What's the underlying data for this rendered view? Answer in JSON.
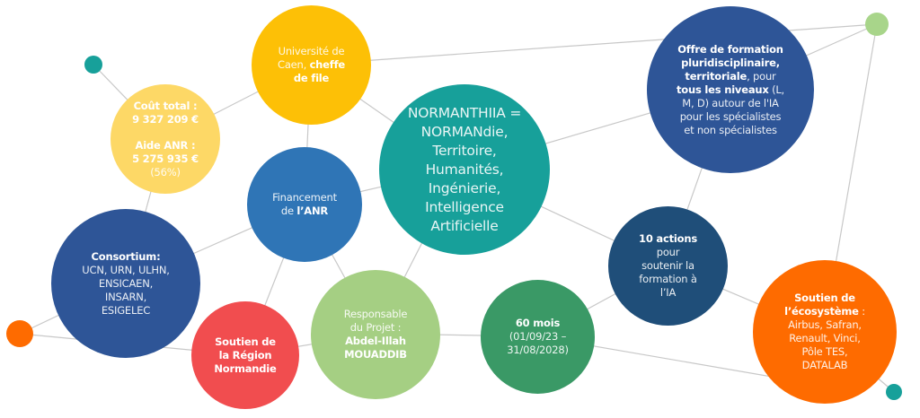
{
  "colors": {
    "link": "#c8c8c8",
    "teal": "#17a09a",
    "yellow": "#fdc006",
    "light_yellow": "#fdd866",
    "blue": "#2f75b6",
    "navy": "#2e5597",
    "dark_navy": "#1f4e79",
    "red": "#f14d4f",
    "light_green": "#a5cf83",
    "green": "#3a9966",
    "orange": "#fe6b00",
    "dot_green": "#a8d58a"
  },
  "nodes": {
    "normanthiia": {
      "lines": [
        [
          {
            "t": "NORMANTHIIA =",
            "b": false
          }
        ],
        [
          {
            "t": "NORMANdie,",
            "b": false
          }
        ],
        [
          {
            "t": "Territoire,",
            "b": false
          }
        ],
        [
          {
            "t": "Humanités,",
            "b": false
          }
        ],
        [
          {
            "t": "Ingénierie,",
            "b": false
          }
        ],
        [
          {
            "t": "Intelligence",
            "b": false
          }
        ],
        [
          {
            "t": "Artificielle",
            "b": false
          }
        ]
      ]
    },
    "universite": {
      "lines": [
        [
          {
            "t": "Université de",
            "b": false
          }
        ],
        [
          {
            "t": "Caen, ",
            "b": false
          },
          {
            "t": "cheffe",
            "b": true
          }
        ],
        [
          {
            "t": "de file",
            "b": true
          }
        ]
      ]
    },
    "cout": {
      "lines": [
        [
          {
            "t": "Coût total :",
            "b": true
          }
        ],
        [
          {
            "t": "9 327 209 €",
            "b": true
          }
        ],
        [],
        [
          {
            "t": "Aide ANR :",
            "b": true
          }
        ],
        [
          {
            "t": "5 275 935 €",
            "b": true
          }
        ],
        [
          {
            "t": "(56%)",
            "b": false
          }
        ]
      ]
    },
    "financement": {
      "lines": [
        [
          {
            "t": "Financement",
            "b": false
          }
        ],
        [
          {
            "t": "de ",
            "b": false
          },
          {
            "t": "l’ANR",
            "b": true
          }
        ]
      ]
    },
    "offre": {
      "lines": [
        [
          {
            "t": "Offre de formation",
            "b": true
          }
        ],
        [
          {
            "t": "pluridisciplinaire,",
            "b": true
          }
        ],
        [
          {
            "t": "territoriale",
            "b": true
          },
          {
            "t": ", pour",
            "b": false
          }
        ],
        [
          {
            "t": "tous les niveaux",
            "b": true
          },
          {
            "t": " (L,",
            "b": false
          }
        ],
        [
          {
            "t": "M, D) autour de l'IA",
            "b": false
          }
        ],
        [
          {
            "t": "pour les spécialistes",
            "b": false
          }
        ],
        [
          {
            "t": "et non spécialistes",
            "b": false
          }
        ]
      ]
    },
    "consortium": {
      "lines": [
        [
          {
            "t": "Consortium:",
            "b": true
          }
        ],
        [
          {
            "t": "UCN, URN, ULHN,",
            "b": false
          }
        ],
        [
          {
            "t": "ENSICAEN,",
            "b": false
          }
        ],
        [
          {
            "t": "INSARN,",
            "b": false
          }
        ],
        [
          {
            "t": "ESIGELEC",
            "b": false
          }
        ]
      ]
    },
    "region": {
      "lines": [
        [
          {
            "t": "Soutien de",
            "b": true
          }
        ],
        [
          {
            "t": "la Région",
            "b": true
          }
        ],
        [
          {
            "t": "Normandie",
            "b": true
          }
        ]
      ]
    },
    "responsable": {
      "lines": [
        [
          {
            "t": "Responsable",
            "b": false
          }
        ],
        [
          {
            "t": "du Projet :",
            "b": false
          }
        ],
        [
          {
            "t": "Abdel-Illah",
            "b": true
          }
        ],
        [
          {
            "t": "MOUADDIB",
            "b": true
          }
        ]
      ]
    },
    "duree": {
      "lines": [
        [
          {
            "t": "60 mois",
            "b": true
          }
        ],
        [
          {
            "t": "(01/09/23 –",
            "b": false
          }
        ],
        [
          {
            "t": "31/08/2028)",
            "b": false
          }
        ]
      ]
    },
    "actions": {
      "lines": [
        [
          {
            "t": "10 actions",
            "b": true
          }
        ],
        [
          {
            "t": "pour",
            "b": false
          }
        ],
        [
          {
            "t": "soutenir la",
            "b": false
          }
        ],
        [
          {
            "t": "formation à",
            "b": false
          }
        ],
        [
          {
            "t": "l’IA",
            "b": false
          }
        ]
      ]
    },
    "ecosysteme": {
      "lines": [
        [
          {
            "t": "Soutien de",
            "b": true
          }
        ],
        [
          {
            "t": "l’écosystème",
            "b": true
          },
          {
            "t": " :",
            "b": false
          }
        ],
        [
          {
            "t": "Airbus, Safran,",
            "b": false
          }
        ],
        [
          {
            "t": "Renault, Vinci,",
            "b": false
          }
        ],
        [
          {
            "t": "Pôle TES,",
            "b": false
          }
        ],
        [
          {
            "t": "DATALAB",
            "b": false
          }
        ]
      ]
    }
  }
}
